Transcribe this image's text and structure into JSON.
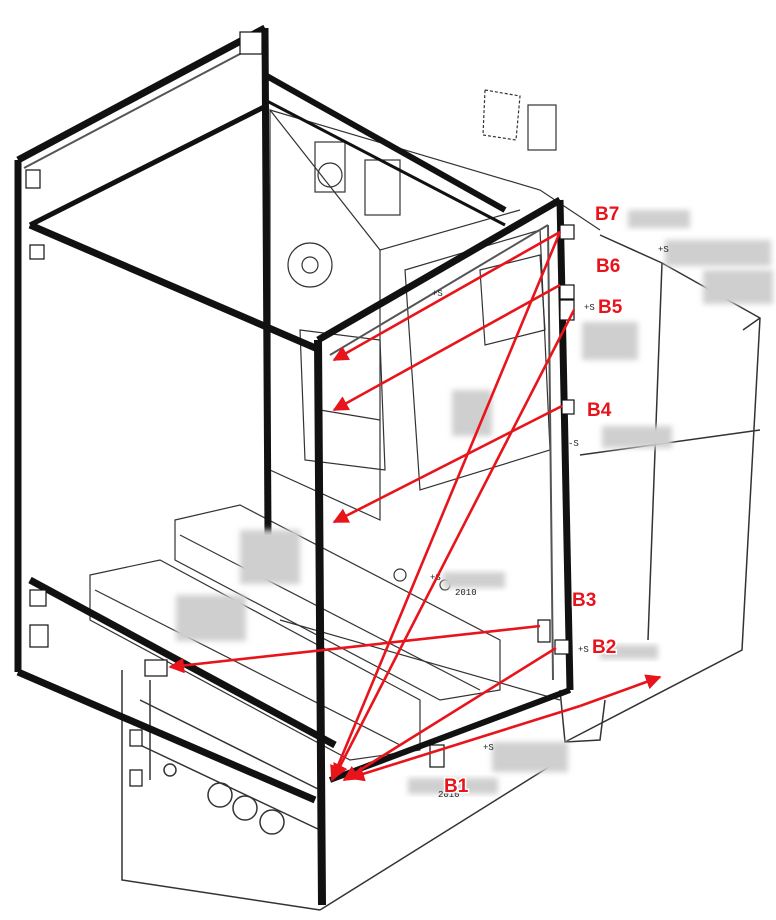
{
  "diagram": {
    "callouts": [
      {
        "id": "B1",
        "label": "B1"
      },
      {
        "id": "B2",
        "label": "B2"
      },
      {
        "id": "B3",
        "label": "B3"
      },
      {
        "id": "B4",
        "label": "B4"
      },
      {
        "id": "B5",
        "label": "B5"
      },
      {
        "id": "B6",
        "label": "B6"
      },
      {
        "id": "B7",
        "label": "B7"
      }
    ],
    "labels": {
      "s0": "+S",
      "s1": "+S",
      "s2": "+S",
      "s3": "+S",
      "s4": "-S",
      "s5": "+S",
      "s6": "+S",
      "code_mid": "2010",
      "code_b1": "2010"
    },
    "colors": {
      "arrow": "#e8141b",
      "frame": "#111111",
      "line": "#333333"
    }
  }
}
